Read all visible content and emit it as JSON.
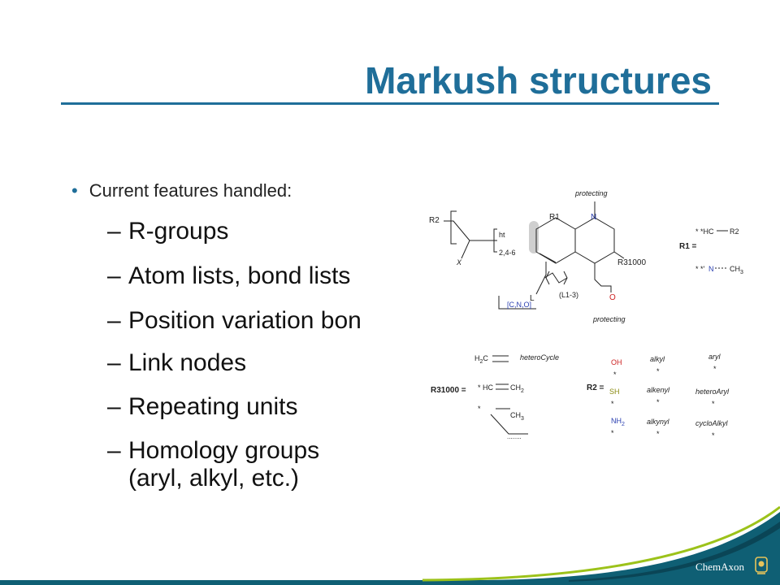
{
  "slide": {
    "title": "Markush structures",
    "bullet": "Current features handled:",
    "items": [
      "R-groups",
      "Atom lists, bond lists",
      "Position variation bon",
      "Link nodes",
      "Repeating units",
      "Homology groups"
    ],
    "item_continuation": "(aryl, alkyl, etc.)"
  },
  "figure": {
    "protecting_top": "protecting",
    "protecting_bottom": "protecting",
    "N": "N",
    "R1": "R1",
    "R2_left": "R2",
    "ht": "ht",
    "ht_index": "2,4-6",
    "X": "X",
    "L": "L",
    "L_range": "(L1-3)",
    "atom_list": "[C,N,O]",
    "R31000": "R31000",
    "O": "O",
    "R1_def": {
      "label": "R1 =",
      "row1_prefix": "* *HC",
      "row1_group": "R2",
      "row2_prefix": "* *'",
      "row2_N": "N",
      "row2_group": "CH",
      "row2_sub": "3"
    },
    "R31000_def": {
      "label": "R31000 =",
      "h2c": "H",
      "h2c_sub": "2",
      "h2c_C": "C",
      "heterocycle": "heteroCycle",
      "hc": "* HC",
      "ch2": "CH",
      "ch2_sub": "2",
      "star": "*",
      "ch3": "CH",
      "ch3_sub": "3",
      "dots": "........"
    },
    "R2_def": {
      "label": "R2 =",
      "OH": "OH",
      "SH": "SH",
      "NH": "NH",
      "NH_sub": "2",
      "star": "*",
      "alkyl": "alkyl",
      "alkenyl": "alkenyl",
      "alkynyl": "alkynyl",
      "aryl": "aryl",
      "heteroAryl": "heteroAryl",
      "cycloAlkyl": "cycloAlkyl"
    }
  },
  "footer": {
    "brand": "ChemAxon"
  },
  "colors": {
    "title": "#1f6e99",
    "bullet": "#1f6e99",
    "footer": "#0f5f74",
    "footer_dark": "#0a4556",
    "green_accent": "#9cc21a",
    "atom_red": "#cc2222",
    "atom_blue": "#2a3fb0",
    "atom_olive": "#8a8a10"
  }
}
